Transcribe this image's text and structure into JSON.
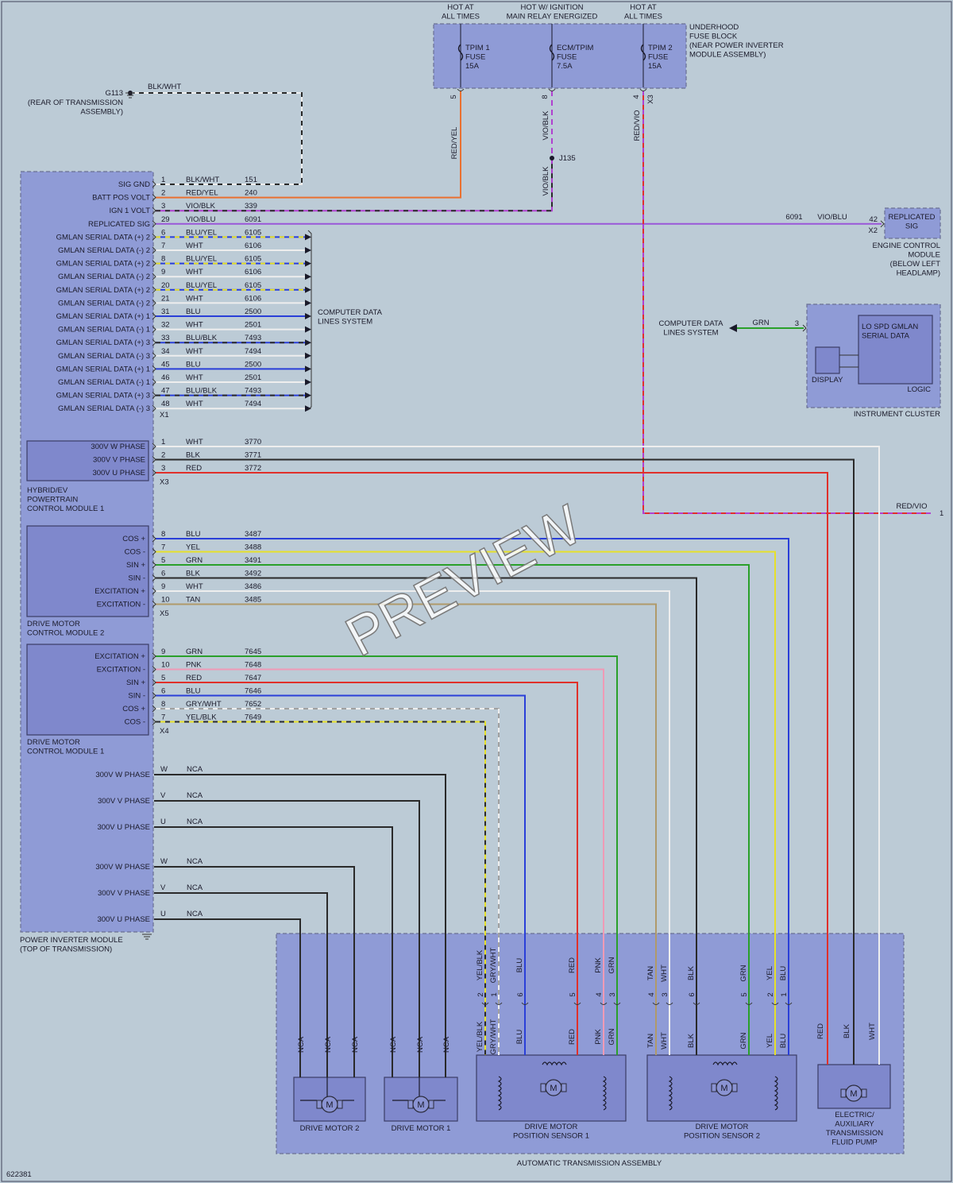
{
  "fuse_block": {
    "headers": [
      "HOT AT\nALL TIMES",
      "HOT W/ IGNITION\nMAIN RELAY ENERGIZED",
      "HOT AT\nALL TIMES"
    ],
    "label": "UNDERHOOD\nFUSE BLOCK\n(NEAR POWER INVERTER\nMODULE ASSEMBLY)",
    "fuses": [
      {
        "name": "TPIM 1\nFUSE\n15A",
        "pin": "5",
        "wire": "RED/YEL"
      },
      {
        "name": "ECM/TPIM\nFUSE\n7.5A",
        "pin": "8",
        "wire": "VIO/BLK"
      },
      {
        "name": "TPIM 2\nFUSE\n15A",
        "pin": "4",
        "wire": "RED/VIO",
        "conn": "X3"
      }
    ]
  },
  "ground": {
    "name": "G113",
    "desc": "(REAR OF TRANSMISSION\nASSEMBLY)",
    "wire": "BLK/WHT"
  },
  "splice": {
    "name": "J135",
    "wire": "VIO/BLK"
  },
  "pim": {
    "label": "POWER INVERTER MODULE\n(TOP OF TRANSMISSION)",
    "x1": {
      "conn": "X1",
      "pins": [
        {
          "label": "SIG GND",
          "pin": "1",
          "color": "BLK/WHT",
          "circuit": "151"
        },
        {
          "label": "BATT POS VOLT",
          "pin": "2",
          "color": "RED/YEL",
          "circuit": "240"
        },
        {
          "label": "IGN 1 VOLT",
          "pin": "3",
          "color": "VIO/BLK",
          "circuit": "339"
        },
        {
          "label": "REPLICATED SIG",
          "pin": "29",
          "color": "VIO/BLU",
          "circuit": "6091"
        },
        {
          "label": "GMLAN SERIAL DATA (+) 2",
          "pin": "6",
          "color": "BLU/YEL",
          "circuit": "6105"
        },
        {
          "label": "GMLAN SERIAL DATA (-) 2",
          "pin": "7",
          "color": "WHT",
          "circuit": "6106"
        },
        {
          "label": "GMLAN SERIAL DATA (+) 2",
          "pin": "8",
          "color": "BLU/YEL",
          "circuit": "6105"
        },
        {
          "label": "GMLAN SERIAL DATA (-) 2",
          "pin": "9",
          "color": "WHT",
          "circuit": "6106"
        },
        {
          "label": "GMLAN SERIAL DATA (+) 2",
          "pin": "20",
          "color": "BLU/YEL",
          "circuit": "6105"
        },
        {
          "label": "GMLAN SERIAL DATA (-) 2",
          "pin": "21",
          "color": "WHT",
          "circuit": "6106"
        },
        {
          "label": "GMLAN SERIAL DATA (+) 1",
          "pin": "31",
          "color": "BLU",
          "circuit": "2500"
        },
        {
          "label": "GMLAN SERIAL DATA (-) 1",
          "pin": "32",
          "color": "WHT",
          "circuit": "2501"
        },
        {
          "label": "GMLAN SERIAL DATA (+) 3",
          "pin": "33",
          "color": "BLU/BLK",
          "circuit": "7493"
        },
        {
          "label": "GMLAN SERIAL DATA (-) 3",
          "pin": "34",
          "color": "WHT",
          "circuit": "7494"
        },
        {
          "label": "GMLAN SERIAL DATA (+) 1",
          "pin": "45",
          "color": "BLU",
          "circuit": "2500"
        },
        {
          "label": "GMLAN SERIAL DATA (-) 1",
          "pin": "46",
          "color": "WHT",
          "circuit": "2501"
        },
        {
          "label": "GMLAN SERIAL DATA (+) 3",
          "pin": "47",
          "color": "BLU/BLK",
          "circuit": "7493"
        },
        {
          "label": "GMLAN SERIAL DATA (-) 3",
          "pin": "48",
          "color": "WHT",
          "circuit": "7494"
        }
      ]
    },
    "computer_data_label": "COMPUTER DATA\nLINES SYSTEM",
    "hpcm1": {
      "label": "HYBRID/EV\nPOWERTRAIN\nCONTROL MODULE 1",
      "conn": "X3",
      "pins": [
        {
          "label": "300V W PHASE",
          "pin": "1",
          "color": "WHT",
          "circuit": "3770"
        },
        {
          "label": "300V V PHASE",
          "pin": "2",
          "color": "BLK",
          "circuit": "3771"
        },
        {
          "label": "300V U PHASE",
          "pin": "3",
          "color": "RED",
          "circuit": "3772"
        }
      ]
    },
    "dmcm2": {
      "label": "DRIVE MOTOR\nCONTROL MODULE 2",
      "conn": "X5",
      "pins": [
        {
          "label": "COS +",
          "pin": "8",
          "color": "BLU",
          "circuit": "3487"
        },
        {
          "label": "COS -",
          "pin": "7",
          "color": "YEL",
          "circuit": "3488"
        },
        {
          "label": "SIN +",
          "pin": "5",
          "color": "GRN",
          "circuit": "3491"
        },
        {
          "label": "SIN -",
          "pin": "6",
          "color": "BLK",
          "circuit": "3492"
        },
        {
          "label": "EXCITATION +",
          "pin": "9",
          "color": "WHT",
          "circuit": "3486"
        },
        {
          "label": "EXCITATION -",
          "pin": "10",
          "color": "TAN",
          "circuit": "3485"
        }
      ]
    },
    "dmcm1": {
      "label": "DRIVE MOTOR\nCONTROL MODULE 1",
      "conn": "X4",
      "pins": [
        {
          "label": "EXCITATION +",
          "pin": "9",
          "color": "GRN",
          "circuit": "7645"
        },
        {
          "label": "EXCITATION -",
          "pin": "10",
          "color": "PNK",
          "circuit": "7648"
        },
        {
          "label": "SIN +",
          "pin": "5",
          "color": "RED",
          "circuit": "7647"
        },
        {
          "label": "SIN -",
          "pin": "6",
          "color": "BLU",
          "circuit": "7646"
        },
        {
          "label": "COS +",
          "pin": "8",
          "color": "GRY/WHT",
          "circuit": "7652"
        },
        {
          "label": "COS -",
          "pin": "7",
          "color": "YEL/BLK",
          "circuit": "7649"
        }
      ]
    },
    "phases": [
      {
        "label": "300V W PHASE",
        "term": "W",
        "wire": "NCA"
      },
      {
        "label": "300V V PHASE",
        "term": "V",
        "wire": "NCA"
      },
      {
        "label": "300V U PHASE",
        "term": "U",
        "wire": "NCA"
      },
      {
        "label": "300V W PHASE",
        "term": "W",
        "wire": "NCA"
      },
      {
        "label": "300V V PHASE",
        "term": "V",
        "wire": "NCA"
      },
      {
        "label": "300V U PHASE",
        "term": "U",
        "wire": "NCA"
      }
    ]
  },
  "ecm": {
    "label": "ENGINE CONTROL\nMODULE\n(BELOW LEFT\nHEADLAMP)",
    "sig": "REPLICATED\nSIG",
    "pin": "42",
    "conn": "X2",
    "circuit": "6091",
    "color": "VIO/BLU"
  },
  "cluster": {
    "label": "INSTRUMENT CLUSTER",
    "serial": "LO SPD GMLAN\nSERIAL DATA",
    "display": "DISPLAY",
    "logic": "LOGIC",
    "pin": "3",
    "color": "GRN",
    "cds": "COMPUTER DATA\nLINES SYSTEM"
  },
  "red_vio_out": {
    "color": "RED/VIO",
    "pin": "1"
  },
  "transmission": {
    "label": "AUTOMATIC TRANSMISSION ASSEMBLY",
    "motor2": {
      "label": "DRIVE MOTOR 2",
      "wires": [
        "NCA",
        "NCA",
        "NCA"
      ]
    },
    "motor1": {
      "label": "DRIVE MOTOR 1",
      "wires": [
        "NCA",
        "NCA",
        "NCA"
      ]
    },
    "sensor1": {
      "label": "DRIVE MOTOR\nPOSITION SENSOR 1",
      "pins": [
        {
          "pin": "2",
          "color": "YEL/BLK"
        },
        {
          "pin": "1",
          "color": "GRY/WHT"
        },
        {
          "pin": "6",
          "color": "BLU"
        },
        {
          "pin": "5",
          "color": "RED"
        },
        {
          "pin": "4",
          "color": "PNK"
        },
        {
          "pin": "3",
          "color": "GRN"
        }
      ]
    },
    "sensor2": {
      "label": "DRIVE MOTOR\nPOSITION SENSOR 2",
      "pins": [
        {
          "pin": "4",
          "color": "TAN"
        },
        {
          "pin": "3",
          "color": "WHT"
        },
        {
          "pin": "6",
          "color": "BLK"
        },
        {
          "pin": "5",
          "color": "GRN"
        },
        {
          "pin": "2",
          "color": "YEL"
        },
        {
          "pin": "1",
          "color": "BLU"
        }
      ]
    },
    "pump": {
      "label": "ELECTRIC/\nAUXILIARY\nTRANSMISSION\nFLUID PUMP",
      "wires": [
        "RED",
        "BLK",
        "WHT"
      ]
    },
    "motor_glyph": "M"
  },
  "diagram_id": "622381",
  "watermark": "PREVIEW",
  "colors": {
    "RED": "#e0302a",
    "BLU": "#2a3fd8",
    "GRN": "#2aa02a",
    "YEL": "#e6e02a",
    "BLK": "#2a2a2a",
    "WHT": "#eeeeee",
    "TAN": "#b09a6a",
    "PNK": "#ef9ab6",
    "GRY": "#a0a0a0",
    "VIO": "#b040d0",
    "RED_YEL": "#ea7030",
    "VIO_BLU": "#9a56d8"
  }
}
